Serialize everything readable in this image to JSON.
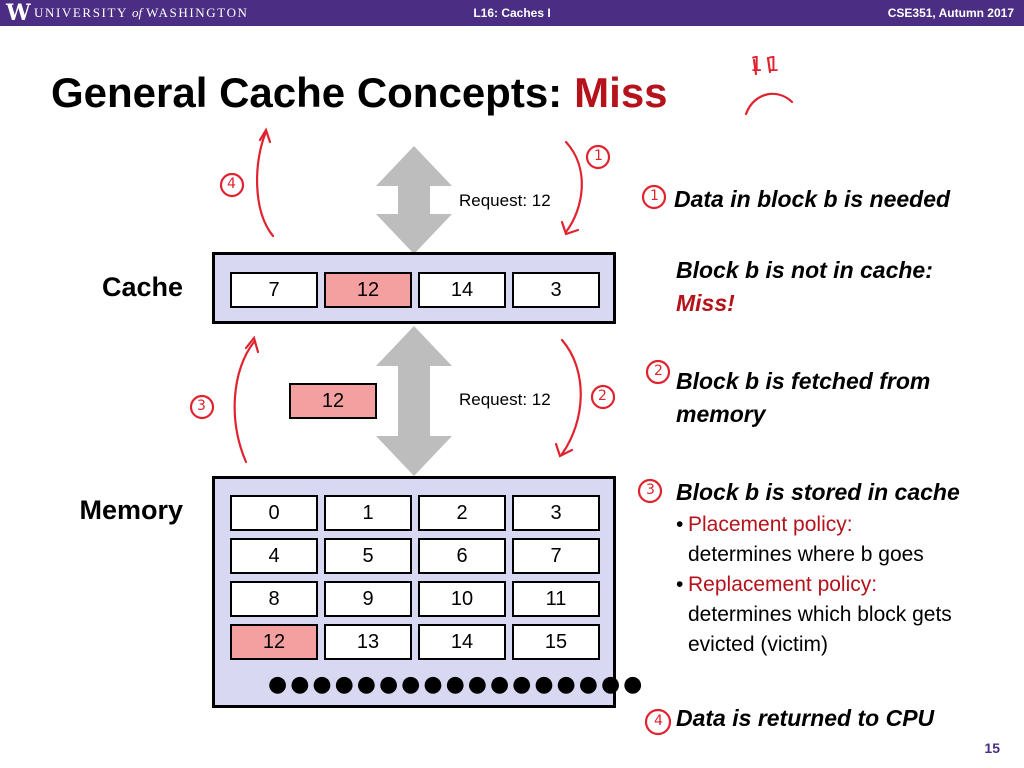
{
  "header": {
    "logo_w": "W",
    "logo_university": "UNIVERSITY",
    "logo_of": "of",
    "logo_washington": "WASHINGTON",
    "lecture": "L16: Caches I",
    "course": "CSE351, Autumn 2017"
  },
  "title": {
    "main": "General Cache Concepts:",
    "accent": "Miss"
  },
  "labels": {
    "cache": "Cache",
    "memory": "Memory"
  },
  "cache": {
    "blocks": [
      "7",
      "12",
      "14",
      "3"
    ],
    "highlighted": "12"
  },
  "transfer_block": "12",
  "memory": {
    "rows": [
      [
        "0",
        "1",
        "2",
        "3"
      ],
      [
        "4",
        "5",
        "6",
        "7"
      ],
      [
        "8",
        "9",
        "10",
        "11"
      ],
      [
        "12",
        "13",
        "14",
        "15"
      ]
    ],
    "highlighted": "12",
    "ellipsis": "●●●●●●●●●●●●●●●●●"
  },
  "requests": {
    "top": "Request: 12",
    "bottom": "Request: 12"
  },
  "steps": {
    "s1": "Data in block b is needed",
    "s2a": "Block b is not in cache:",
    "s2b": "Miss!",
    "s3": "Block b is fetched from memory",
    "s4": "Block b is stored in cache",
    "bullets": [
      {
        "title": "Placement policy:",
        "text": "determines where b goes"
      },
      {
        "title": "Replacement policy:",
        "text": "determines which block gets evicted (victim)"
      }
    ],
    "s5": "Data is returned to CPU"
  },
  "annotations": {
    "n1": "1",
    "n2": "2",
    "n3": "3",
    "n4": "4",
    "frown": "11"
  },
  "page_number": "15",
  "colors": {
    "header_bg": "#4b2e83",
    "accent_red": "#b5121b",
    "highlight": "#f5a0a0",
    "container_bg": "#d8d8f2",
    "arrow": "#bdbdbd",
    "pen": "#e0232f"
  }
}
